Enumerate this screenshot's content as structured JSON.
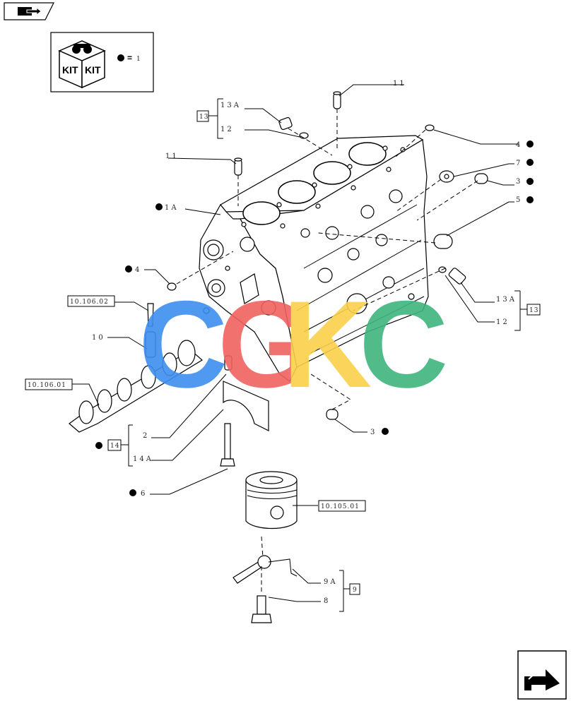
{
  "kit_legend": {
    "icon": "kit-box-icon",
    "text_top": "KIT",
    "text_side": "KIT",
    "equals": "=",
    "value": "1"
  },
  "nav": {
    "back_icon": "book-arrow-icon",
    "next_icon": "next-page-arrow-icon"
  },
  "watermark": {
    "letters": [
      "C",
      "G",
      "K",
      "C"
    ],
    "colors": [
      "#3d8ef0",
      "#f0625f",
      "#fbd04a",
      "#3fb57e"
    ]
  },
  "group_labels": {
    "g13_top": "13",
    "g13_right": "13",
    "g14": "14",
    "g9": "9"
  },
  "callouts": {
    "c11_top": "11",
    "c11_left": "11",
    "c13a_top": "13A",
    "c12_top": "12",
    "c4_right": "4",
    "c7": "7",
    "c3_right": "3",
    "c5": "5",
    "c1a": "1A",
    "c4_left": "4",
    "c10": "10",
    "c13a_right": "13A",
    "c12_right": "12",
    "c2": "2",
    "c14a": "14A",
    "c3_bottom": "3",
    "c6": "6",
    "c9a": "9A",
    "c8": "8"
  },
  "references": {
    "r_10_106_02": "10.106.02",
    "r_10_106_01": "10.106.01",
    "r_10_105_01": "10.105.01"
  }
}
